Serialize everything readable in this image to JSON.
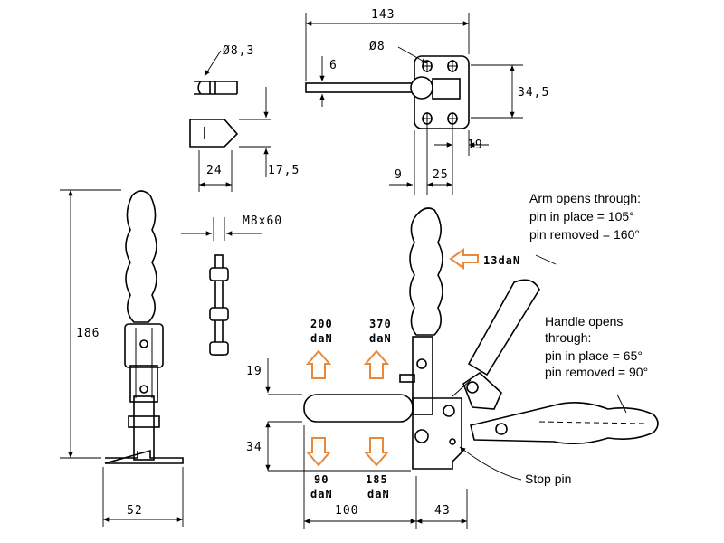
{
  "dimensions": {
    "d143": "143",
    "d6": "6",
    "d34_5": "34,5",
    "d19_top": "19",
    "d9": "9",
    "d25": "25",
    "dia8_3": "Ø8,3",
    "dia8": "Ø8",
    "d24": "24",
    "d17_5": "17,5",
    "m8x60": "M8x60",
    "d186": "186",
    "d52": "52",
    "d19_side": "19",
    "d34_side": "34",
    "d100": "100",
    "d43": "43"
  },
  "forces": {
    "up_left_value": "200",
    "up_left_unit": "daN",
    "up_right_value": "370",
    "up_right_unit": "daN",
    "down_left_value": "90",
    "down_left_unit": "daN",
    "down_right_value": "185",
    "down_right_unit": "daN",
    "handle_force": "13daN"
  },
  "notes": {
    "arm_line1": "Arm opens through:",
    "arm_line2": "pin in place = 105°",
    "arm_line3": "pin removed = 160°",
    "handle_line1": "Handle opens",
    "handle_line2": "through:",
    "handle_line3": "pin in place = 65°",
    "handle_line4": "pin removed = 90°",
    "stop_pin": "Stop pin"
  },
  "colors": {
    "force_arrow": "#e8883a",
    "line": "#000000"
  }
}
